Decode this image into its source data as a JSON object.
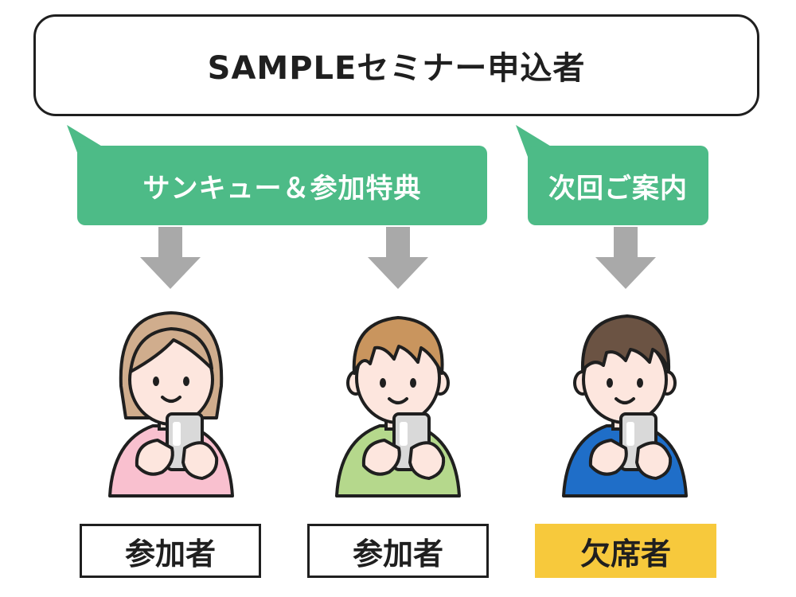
{
  "title": "SAMPLEセミナー申込者",
  "callouts": {
    "thanks": "サンキュー＆参加特典",
    "next": "次回ご案内"
  },
  "labels": {
    "attendee_1": "参加者",
    "attendee_2": "参加者",
    "absentee": "欠席者"
  },
  "colors": {
    "callout_green": "#4dbb87",
    "absentee_yellow": "#f7c93c",
    "arrow_gray": "#a9a9a9",
    "shirt_pink": "#f9c0cf",
    "shirt_green": "#b5d88c",
    "shirt_blue": "#1f6ec8"
  },
  "icons": {
    "arrows": "down-arrow-icon",
    "people": "person-with-smartphone-icon"
  }
}
